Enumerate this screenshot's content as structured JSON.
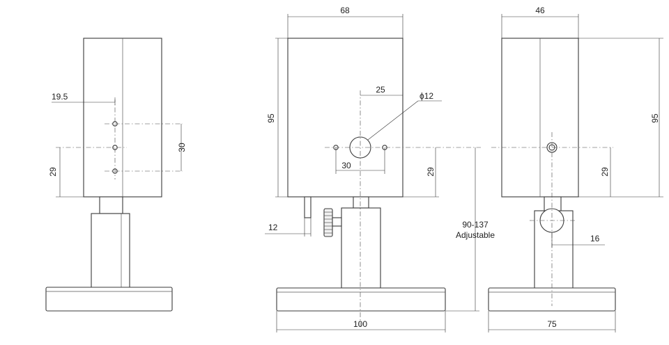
{
  "dimensions": {
    "left_hole_offset": "19.5",
    "left_hole_spacing": "30",
    "left_height": "29",
    "front_width": "68",
    "front_height": "95",
    "front_hole_offset": "25",
    "front_hole_diameter": "ϕ12",
    "front_hole_spacing": "30",
    "front_center_height": "29",
    "front_knob_offset": "12",
    "base_width_front": "100",
    "adjustable_range": "90-137",
    "adjustable_label": "Adjustable",
    "side_width": "46",
    "side_height": "95",
    "side_center_height": "29",
    "side_clamp_offset": "16",
    "base_width_side": "75"
  }
}
